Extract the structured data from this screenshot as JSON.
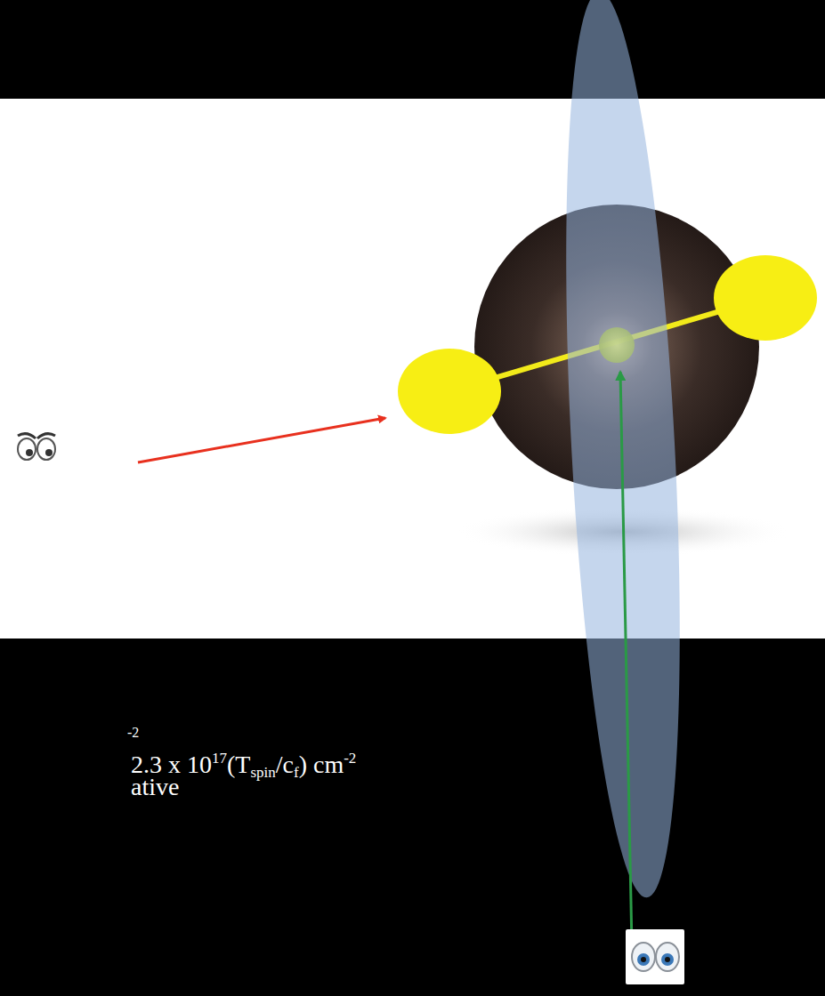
{
  "diagram": {
    "labels": [
      "-2",
      "2.3 x 10",
      "17",
      "(T",
      "spin",
      "/c",
      "f",
      ") cm",
      "-2",
      "ative"
    ]
  }
}
